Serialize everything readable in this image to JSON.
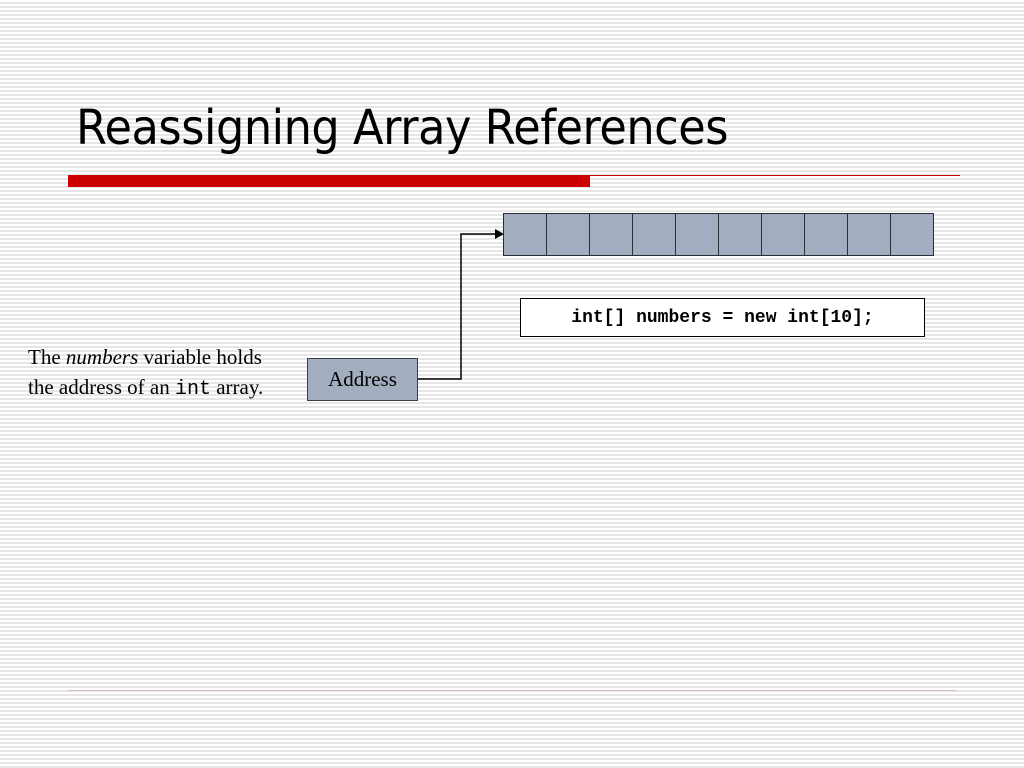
{
  "slide": {
    "title": "Reassigning Array References",
    "description": {
      "part1": "The ",
      "emphasis": "numbers",
      "part2": " variable holds the address of an ",
      "code": "int",
      "part3": " array."
    },
    "address_box_label": "Address",
    "code_statement": "int[] numbers = new int[10];",
    "array": {
      "length": 10,
      "cell_color": "#a2aebf"
    },
    "colors": {
      "accent_red": "#cc0000",
      "box_fill": "#a2aebf"
    }
  }
}
